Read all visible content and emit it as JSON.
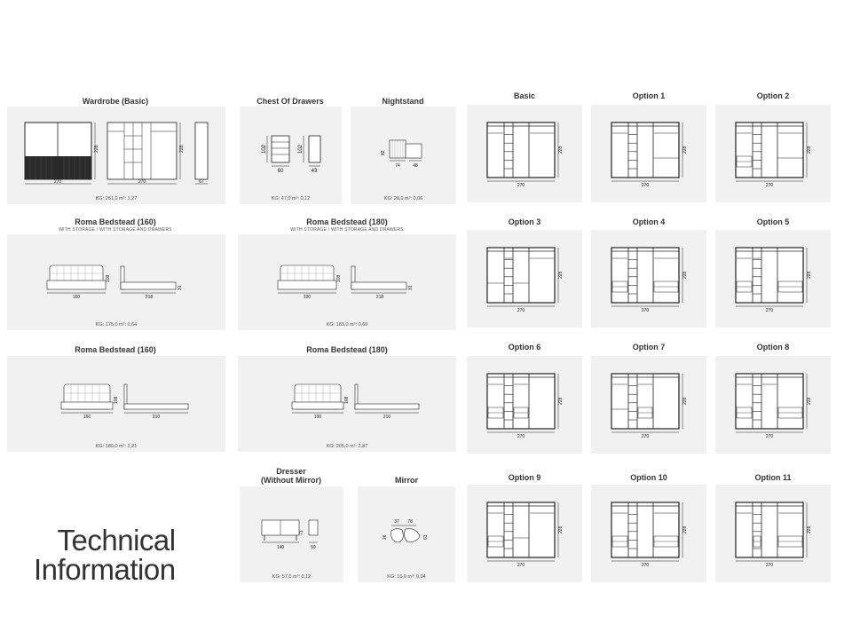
{
  "page_title": [
    "Technical",
    "Information"
  ],
  "furniture": [
    {
      "title": "Wardrobe (Basic)",
      "info": "KG: 261,0  m³: 1,27",
      "dims": [
        "270",
        "228",
        "270",
        "228",
        "67"
      ]
    },
    {
      "title": "Chest Of Drawers",
      "info": "KG: 47,0  m³: 0,12",
      "dims": [
        "102",
        "60",
        "102",
        "43"
      ]
    },
    {
      "title": "Nightstand",
      "info": "KG: 28,0  m³: 0,06",
      "dims": [
        "82",
        "74",
        "48"
      ]
    },
    {
      "title": "Roma Bedstead (160)",
      "subtitle": "WITH STORAGE / WITH STORAGE AND DRAWERS",
      "info": "KG: 175,0  m³: 0,64",
      "dims": [
        "160",
        "108",
        "218",
        "31"
      ]
    },
    {
      "title": "Roma Bedstead (180)",
      "subtitle": "WITH STORAGE / WITH STORAGE AND DRAWERS",
      "info": "KG: 183,0  m³: 0,69",
      "dims": [
        "190",
        "108",
        "218",
        "31"
      ]
    },
    {
      "title": "Roma Bedstead (160)",
      "info": "KG: 180,0  m³: 2,21",
      "dims": [
        "160",
        "108",
        "210"
      ]
    },
    {
      "title": "Roma Bedstead (180)",
      "info": "KG: 205,0  m³: 2,87",
      "dims": [
        "190",
        "108",
        "210"
      ]
    },
    {
      "title": "Dresser\n(Without Mirror)",
      "info": "KG: 57,0  m³: 0,12",
      "dims": [
        "140",
        "73",
        "50"
      ]
    },
    {
      "title": "Mirror",
      "info": "KG: 16,0  m³: 0,04",
      "dims": [
        "37",
        "78",
        "26",
        "63"
      ]
    }
  ],
  "options": [
    {
      "title": "Basic",
      "width": "270",
      "height": "228"
    },
    {
      "title": "Option 1",
      "width": "270",
      "height": "228"
    },
    {
      "title": "Option 2",
      "width": "270",
      "height": "228"
    },
    {
      "title": "Option 3",
      "width": "270",
      "height": "228"
    },
    {
      "title": "Option 4",
      "width": "270",
      "height": "228"
    },
    {
      "title": "Option 5",
      "width": "270",
      "height": "228"
    },
    {
      "title": "Option 6",
      "width": "270",
      "height": "228"
    },
    {
      "title": "Option 7",
      "width": "270",
      "height": "228"
    },
    {
      "title": "Option 8",
      "width": "270",
      "height": "228"
    },
    {
      "title": "Option 9",
      "width": "270",
      "height": "228"
    },
    {
      "title": "Option 10",
      "width": "270",
      "height": "228"
    },
    {
      "title": "Option 11",
      "width": "270",
      "height": "228"
    }
  ]
}
